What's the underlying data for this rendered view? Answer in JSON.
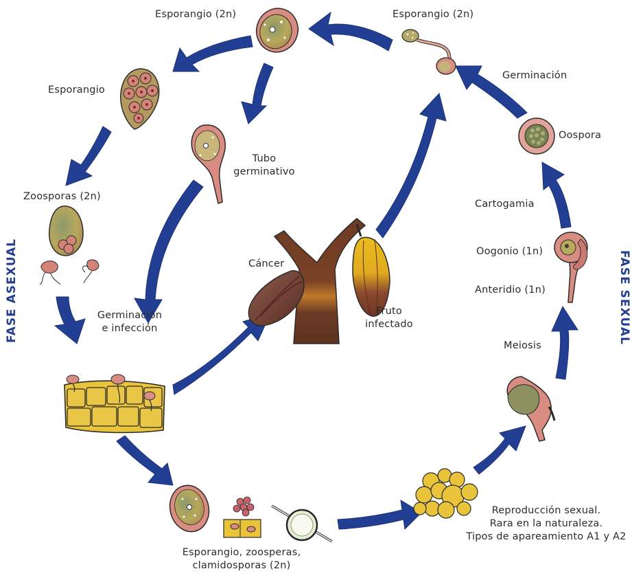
{
  "phases": {
    "asexual": "FASE ASEXUAL",
    "sexual": "FASE SEXUAL"
  },
  "labels": {
    "esporangio_top": "Esporangio (2n)",
    "esporangio_right": "Esporangio (2n)",
    "esporangio": "Esporangio",
    "germinacion_right": "Germinación",
    "tubo": [
      "Tubo",
      "germinativo"
    ],
    "oospora": "Oospora",
    "zoosporas": "Zoosporas (2n)",
    "cartogamia": "Cartogamia",
    "cancer": "Cáncer",
    "oogonio": "Oogonio (1n)",
    "anteridio": "Anteridio (1n)",
    "germinacion_infeccion": [
      "Germinación",
      "e infección"
    ],
    "fruto": [
      "Fruto",
      "infectado"
    ],
    "meiosis": "Meiosis",
    "reproduccion": [
      "Reproducción sexual.",
      "Rara en la naturaleza.",
      "Tipos de apareamiento A1 y A2"
    ],
    "esporangio_bottom": [
      "Esporangio, zoosperas,",
      "clamidosporas (2n)"
    ]
  },
  "colors": {
    "arrow": "#223f93",
    "cell_fill": "#e9c33a",
    "sporangium_fill": "#b8a65f",
    "spore_pink": "#d4857a",
    "outline": "#2a2a2a",
    "trunk": "#6b3a22",
    "pod_yellow": "#e7bb1f",
    "pod_brown": "#7a3d2c"
  }
}
